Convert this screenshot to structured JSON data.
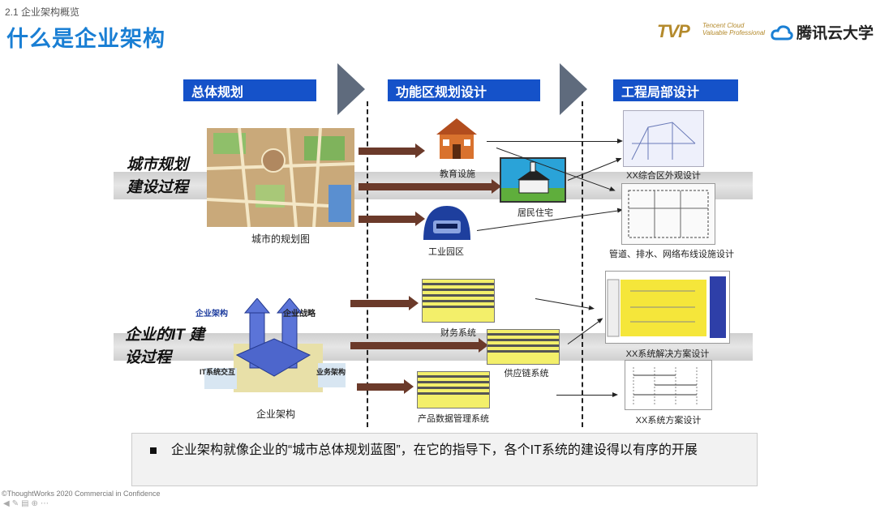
{
  "header": {
    "section": "2.1 企业架构概览",
    "title": "什么是企业架构",
    "tvp_logo": "TVP",
    "tvp_sub": "Tencent Cloud Valuable Professional",
    "brand": "腾讯云大学"
  },
  "columns": [
    "总体规划",
    "功能区规划设计",
    "工程局部设计"
  ],
  "rows": {
    "city": "城市规划 建设过程",
    "it": "企业的IT 建设过程"
  },
  "city": {
    "map_caption": "城市的规划图",
    "edu": "教育设施",
    "residence": "居民住宅",
    "industrial": "工业园区",
    "exterior": "XX综合区外观设计",
    "pipeline": "管道、排水、网络布线设施设计"
  },
  "it": {
    "ea_caption": "企业架构",
    "ea_labels": [
      "企业架构",
      "企业战略",
      "IT系统交互",
      "业务架构"
    ],
    "finance": "财务系统",
    "supply": "供应链系统",
    "product": "产品数据管理系统",
    "solution": "XX系统解决方案设计",
    "system_design": "XX系统方案设计"
  },
  "note": "企业架构就像企业的“城市总体规划蓝图”，在它的指导下，各个IT系统的建设得以有序的开展",
  "footer": "©ThoughtWorks 2020 Commercial in Confidence",
  "colors": {
    "title": "#1a7fd4",
    "header_box": "#1552c9",
    "arrow": "#6b3a2a"
  }
}
